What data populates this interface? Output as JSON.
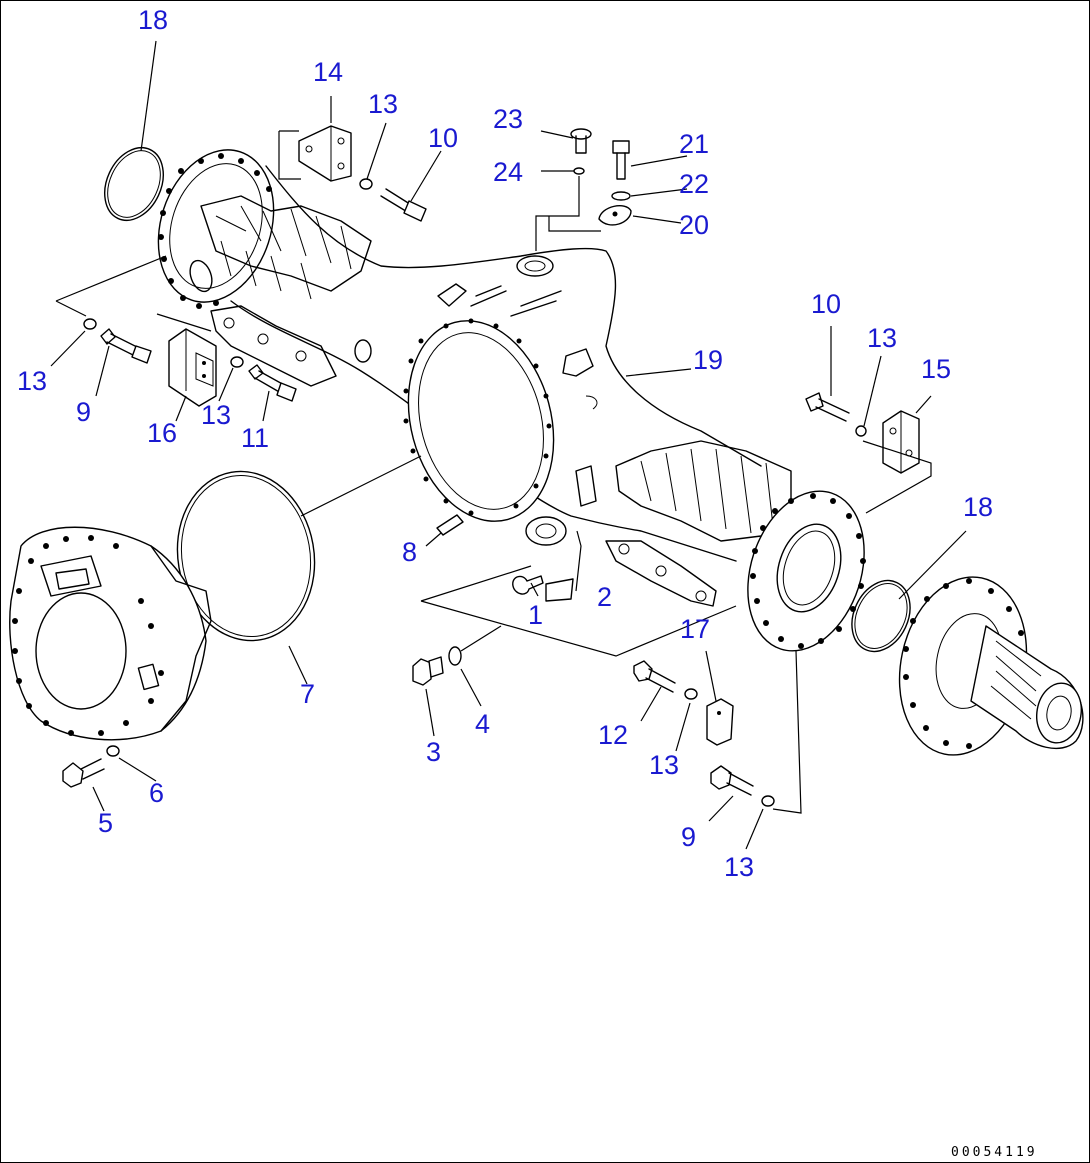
{
  "diagram": {
    "drawing_id": "00054119",
    "callouts": [
      {
        "id": "c18a",
        "label": "18"
      },
      {
        "id": "c14",
        "label": "14"
      },
      {
        "id": "c13a",
        "label": "13"
      },
      {
        "id": "c10a",
        "label": "10"
      },
      {
        "id": "c23",
        "label": "23"
      },
      {
        "id": "c21",
        "label": "21"
      },
      {
        "id": "c24",
        "label": "24"
      },
      {
        "id": "c22",
        "label": "22"
      },
      {
        "id": "c20",
        "label": "20"
      },
      {
        "id": "c10b",
        "label": "10"
      },
      {
        "id": "c13b",
        "label": "13"
      },
      {
        "id": "c15",
        "label": "15"
      },
      {
        "id": "c19",
        "label": "19"
      },
      {
        "id": "c13c",
        "label": "13"
      },
      {
        "id": "c9a",
        "label": "9"
      },
      {
        "id": "c16",
        "label": "16"
      },
      {
        "id": "c13d",
        "label": "13"
      },
      {
        "id": "c11",
        "label": "11"
      },
      {
        "id": "c18b",
        "label": "18"
      },
      {
        "id": "c8",
        "label": "8"
      },
      {
        "id": "c2",
        "label": "2"
      },
      {
        "id": "c1",
        "label": "1"
      },
      {
        "id": "c17",
        "label": "17"
      },
      {
        "id": "c7",
        "label": "7"
      },
      {
        "id": "c4",
        "label": "4"
      },
      {
        "id": "c3",
        "label": "3"
      },
      {
        "id": "c12",
        "label": "12"
      },
      {
        "id": "c13e",
        "label": "13"
      },
      {
        "id": "c6",
        "label": "6"
      },
      {
        "id": "c5",
        "label": "5"
      },
      {
        "id": "c9b",
        "label": "9"
      },
      {
        "id": "c13f",
        "label": "13"
      }
    ]
  },
  "colors": {
    "callout": "#1a1ad0",
    "line": "#000000",
    "background": "#ffffff"
  }
}
